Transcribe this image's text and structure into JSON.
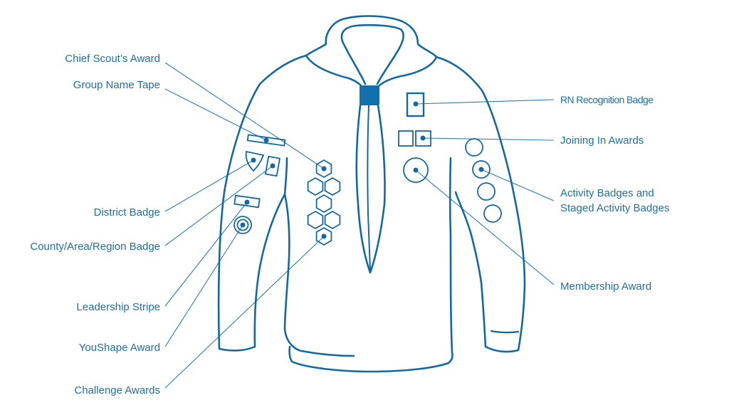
{
  "labels": {
    "chief_scout": "Chief Scout’s Award",
    "group_tape": "Group Name Tape",
    "district": "District Badge",
    "county": "County/Area/Region Badge",
    "leadership": "Leadership Stripe",
    "youshape": "YouShape Award",
    "challenge": "Challenge Awards",
    "rn_recognition": "RN Recognition Badge",
    "joining_in": "Joining In Awards",
    "activity_line1": "Activity Badges and",
    "activity_line2": "Staged Activity Badges",
    "membership": "Membership Award"
  },
  "colors": {
    "primary": "#1468a0",
    "text": "#1d6fa0"
  }
}
